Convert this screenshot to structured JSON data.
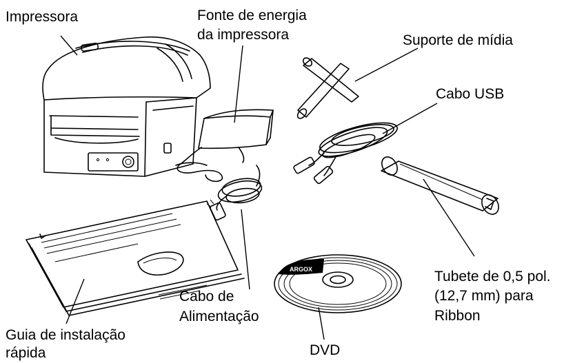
{
  "labels": {
    "printer": "Impressora",
    "power_supply_line1": "Fonte de energia",
    "power_supply_line2": "da impressora",
    "media_support": "Suporte de mídia",
    "usb_cable": "Cabo USB",
    "ribbon_core_line1": "Tubete de 0,5 pol.",
    "ribbon_core_line2": "(12,7 mm) para",
    "ribbon_core_line3": "Ribbon",
    "power_cable_line1": "Cabo de",
    "power_cable_line2": "Alimentação",
    "quick_guide_line1": "Guia de instalação",
    "quick_guide_line2": "rápida",
    "dvd": "DVD",
    "dvd_brand": "ARGOX"
  }
}
